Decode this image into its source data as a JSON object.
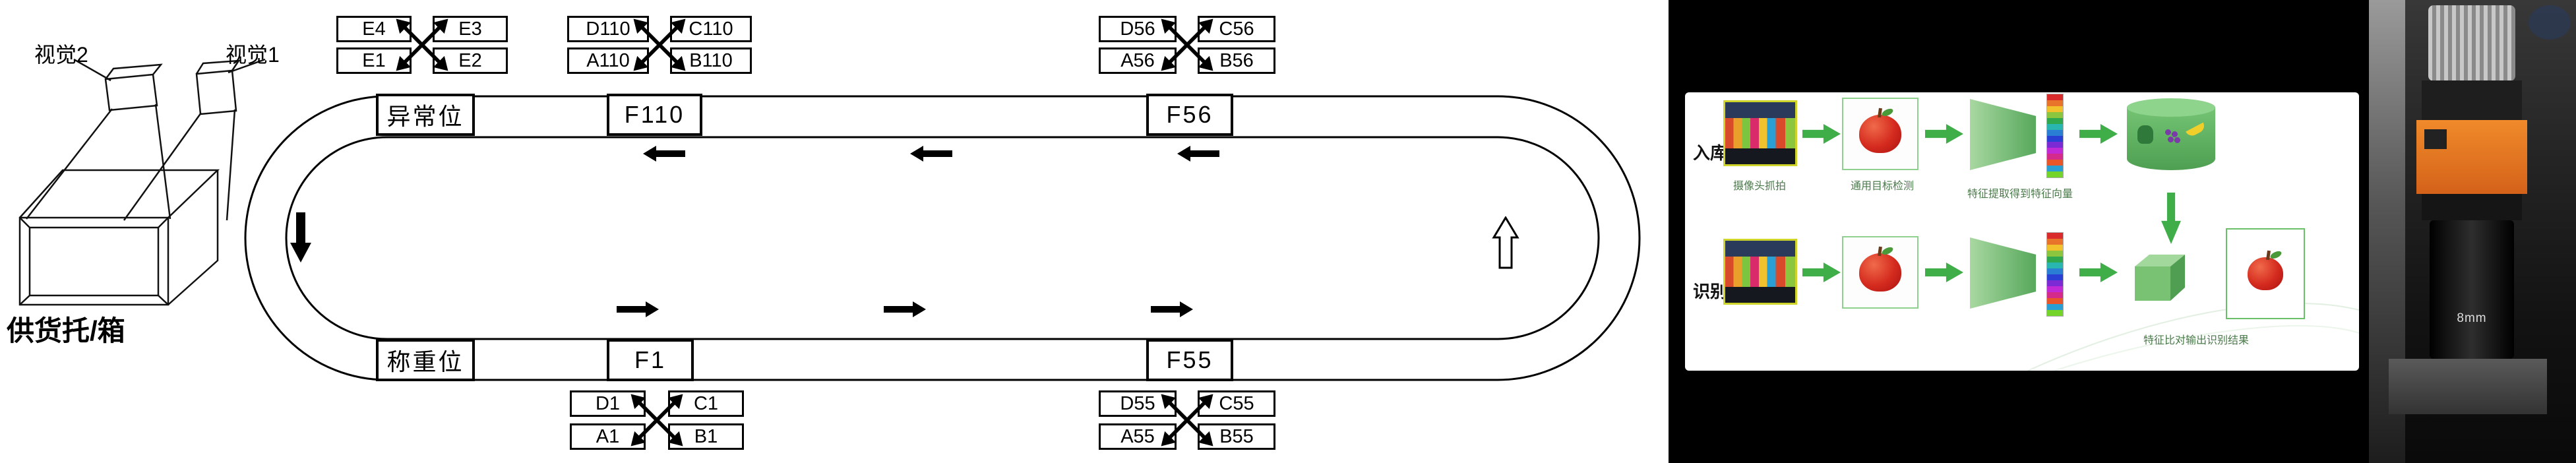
{
  "diagram": {
    "vision2": "视觉2",
    "vision1": "视觉1",
    "supply_box": "供货托/箱",
    "stations": {
      "abnormal": "异常位",
      "f110": "F110",
      "f56": "F56",
      "weigh": "称重位",
      "f1": "F1",
      "f55": "F55"
    },
    "groups": {
      "e": {
        "tl": "E4",
        "tr": "E3",
        "bl": "E1",
        "br": "E2"
      },
      "g110": {
        "tl": "D110",
        "tr": "C110",
        "bl": "A110",
        "br": "B110"
      },
      "g56": {
        "tl": "D56",
        "tr": "C56",
        "bl": "A56",
        "br": "B56"
      },
      "g1": {
        "tl": "D1",
        "tr": "C1",
        "bl": "A1",
        "br": "B1"
      },
      "g55": {
        "tl": "D55",
        "tr": "C55",
        "bl": "A55",
        "br": "B55"
      }
    }
  },
  "slide": {
    "row_enroll": "入库",
    "row_recognize": "识别",
    "caption_camera": "摄像头抓拍",
    "caption_detect": "通用目标检测",
    "caption_feature": "特征提取得到特征向量",
    "caption_compare": "特征比对输出识别结果",
    "accent_green": "#3fae49",
    "feature_colors": [
      "#d92b2b",
      "#e8732a",
      "#f2c12e",
      "#8cc63f",
      "#2fa84f",
      "#29b6b0",
      "#2a7fd4",
      "#2a3fd4",
      "#7b2ad4",
      "#c12ad4",
      "#d42a8c",
      "#e8562a",
      "#2a9fd4",
      "#74d42a"
    ]
  },
  "photo": {
    "lens_text": "8mm",
    "band_color": "#e0731f"
  }
}
